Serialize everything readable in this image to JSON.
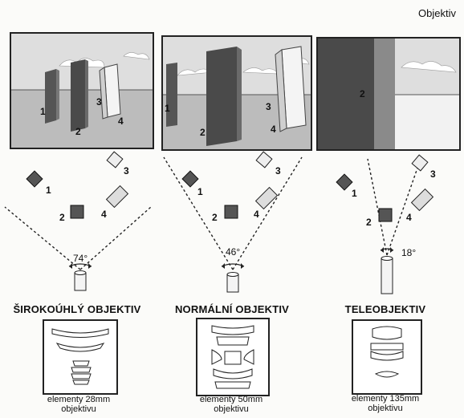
{
  "page_title": "Objektiv",
  "columns": [
    {
      "id": "wide",
      "title": "ŠIROKOÚHLÝ OBJEKTIV",
      "angle": "74°",
      "caption_line1": "elementy 28mm",
      "caption_line2": "objektivu",
      "panel_labels": [
        "1",
        "2",
        "3",
        "4"
      ],
      "scheme_labels": [
        "1",
        "2",
        "3",
        "4"
      ]
    },
    {
      "id": "normal",
      "title": "NORMÁLNÍ OBJEKTIV",
      "angle": "46°",
      "caption_line1": "elementy 50mm",
      "caption_line2": "objektivu",
      "panel_labels": [
        "1",
        "2",
        "3",
        "4"
      ],
      "scheme_labels": [
        "1",
        "2",
        "3",
        "4"
      ]
    },
    {
      "id": "tele",
      "title": "TELEOBJEKTIV",
      "angle": "18°",
      "caption_line1": "elementy 135mm",
      "caption_line2": "objektivu",
      "panel_labels": [
        "2"
      ],
      "scheme_labels": [
        "1",
        "2",
        "3",
        "4"
      ]
    }
  ]
}
